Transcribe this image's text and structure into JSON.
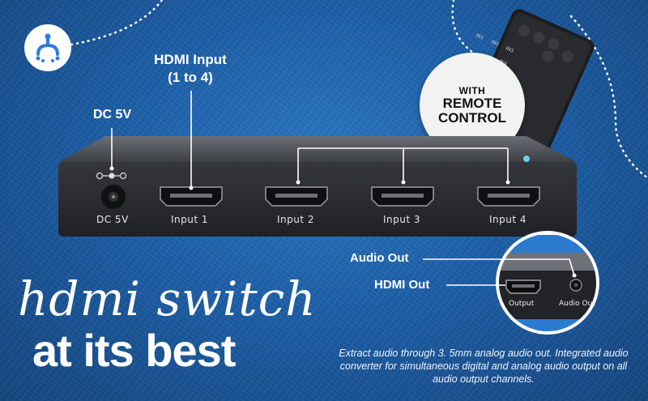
{
  "callouts": {
    "hdmi_input_line1": "HDMI Input",
    "hdmi_input_line2": "(1 to 4)",
    "dc": "DC 5V",
    "audio_out": "Audio Out",
    "hdmi_out": "HDMI Out"
  },
  "remote_bubble": {
    "line1": "WITH",
    "line2": "REMOTE",
    "line3": "CONTROL"
  },
  "device": {
    "dc_label": "DC 5V",
    "inputs": [
      "Input 1",
      "Input 2",
      "Input 3",
      "Input 4"
    ]
  },
  "zoom": {
    "output_label": "Output",
    "audio_label": "Audio Out"
  },
  "remote_buttons": [
    "IN1",
    "IN2",
    "IN3",
    "IN4"
  ],
  "headline": {
    "script": "hdmi switch",
    "bold": "at its best"
  },
  "description": "Extract audio through 3. 5mm analog audio out. Integrated audio converter for simultaneous digital and analog audio output on all audio output channels.",
  "colors": {
    "background": "#1d5fa8",
    "device_body": "#2b2e33",
    "logo_icon": "#2a7de0"
  }
}
